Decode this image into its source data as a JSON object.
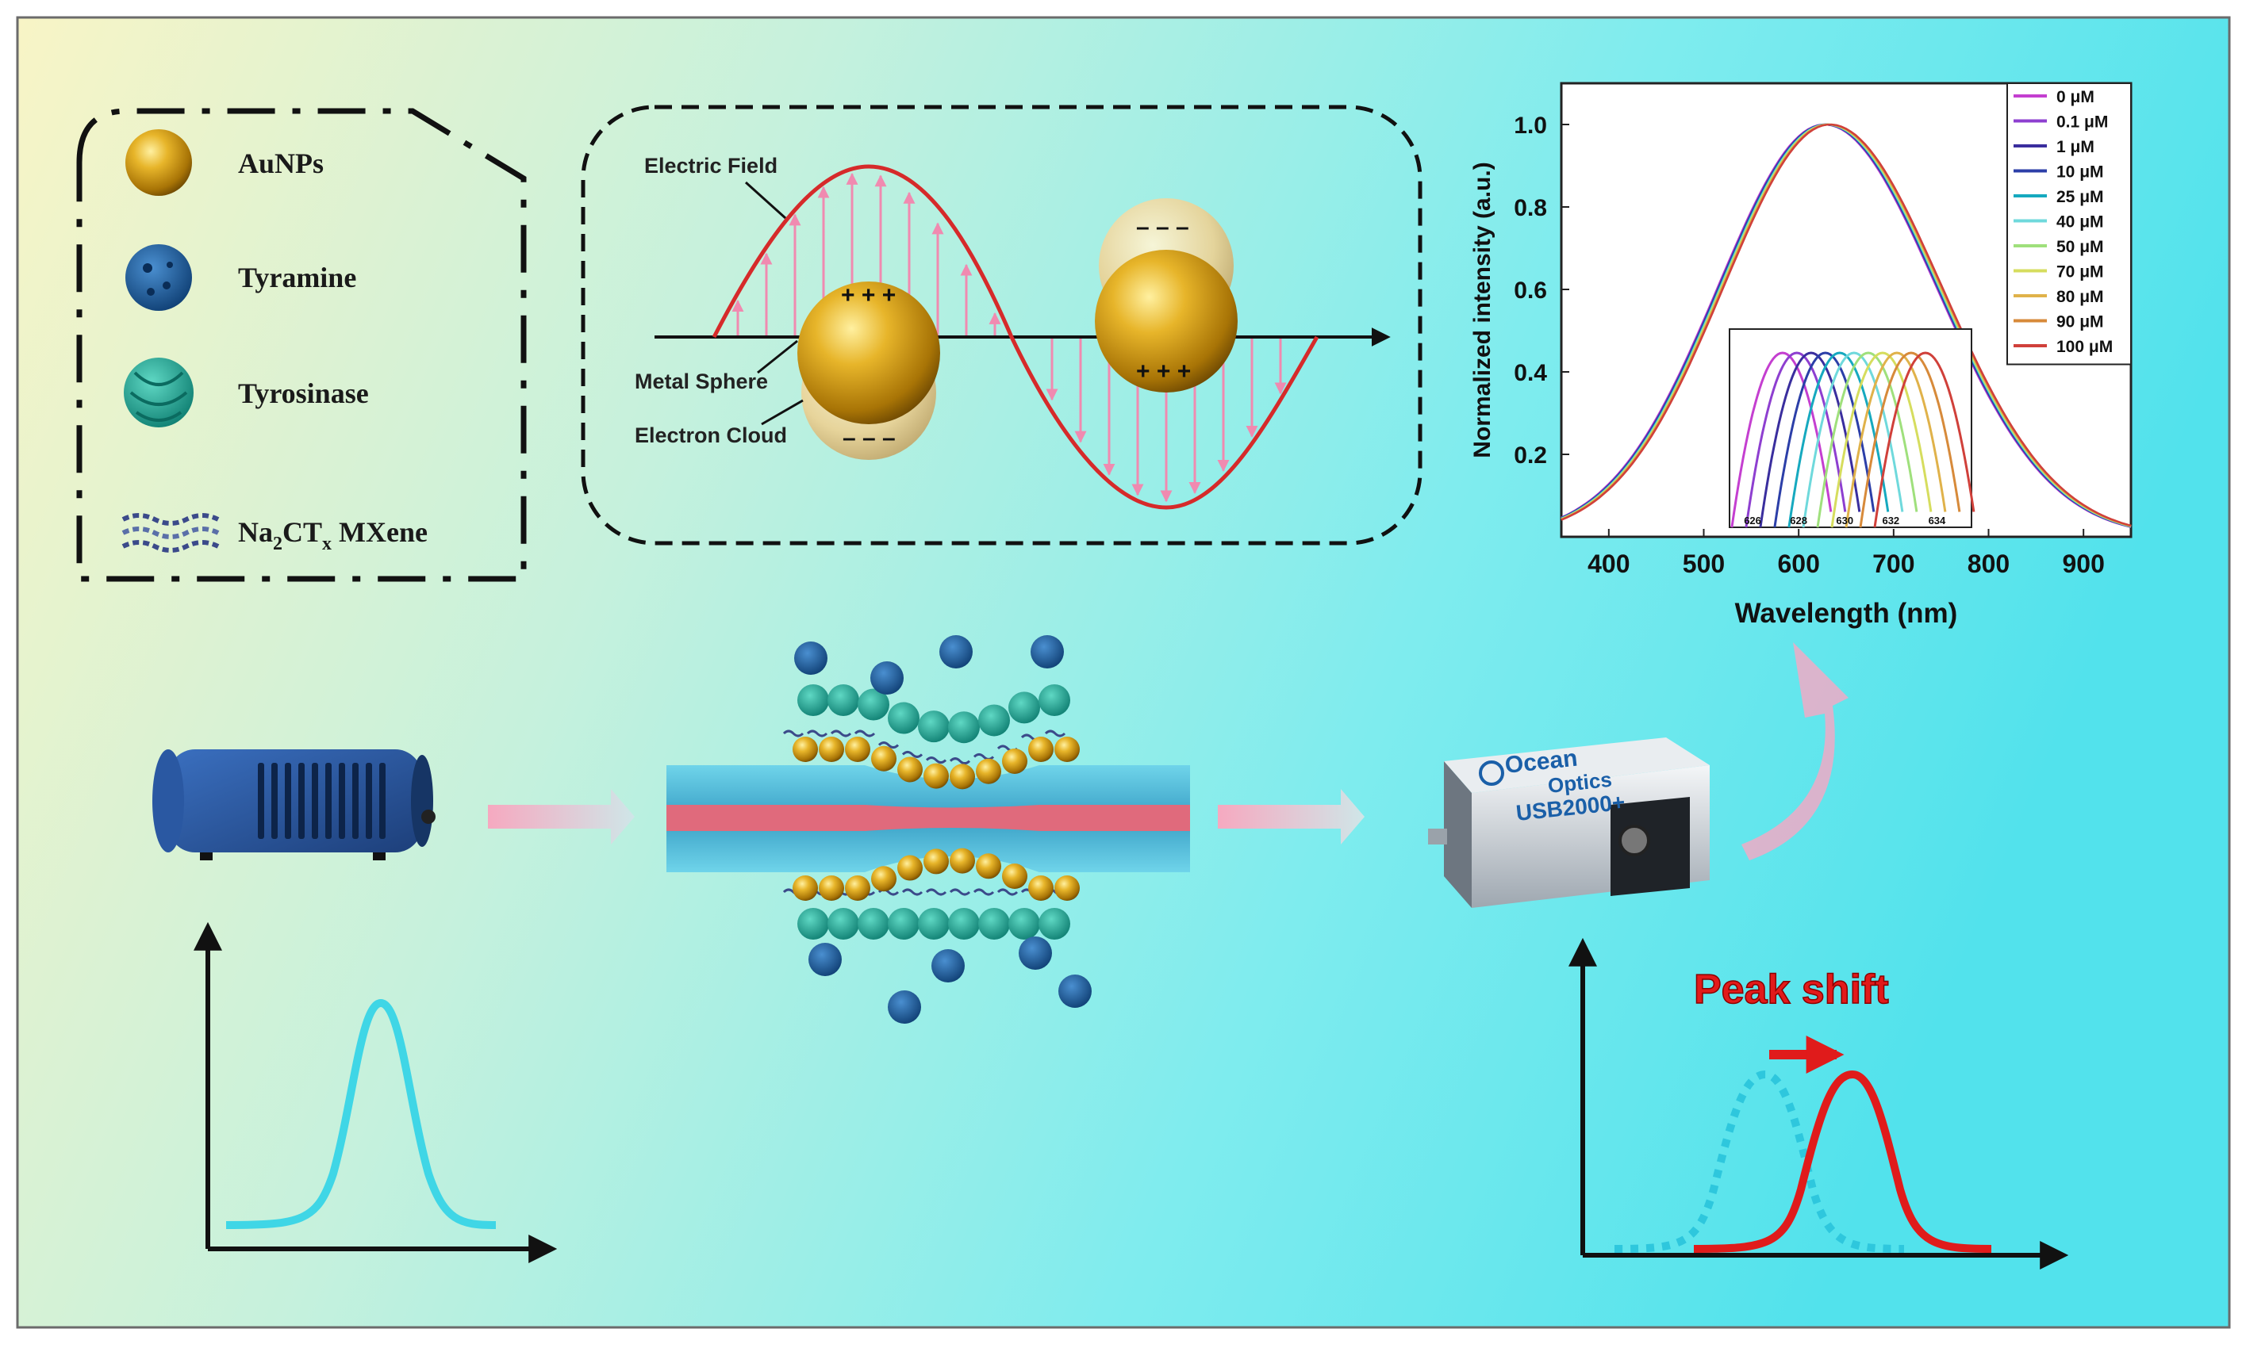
{
  "legend": {
    "items": [
      {
        "label": "AuNPs"
      },
      {
        "label": "Tyramine"
      },
      {
        "label": "Tyrosinase"
      },
      {
        "label_base": "Na",
        "label_sub1": "2",
        "label_mid": "CT",
        "label_sub2": "x",
        "label_tail": " MXene"
      }
    ]
  },
  "lspr": {
    "electric_field_label": "Electric Field",
    "metal_sphere_label": "Metal Sphere",
    "electron_cloud_label": "Electron Cloud",
    "plus_charge": "+ + +",
    "minus_charge": "– – –"
  },
  "spectrometer": {
    "brand_line1": "Ocean",
    "brand_line2": "Optics",
    "model": "USB2000+"
  },
  "peak_shift_label": "Peak shift",
  "colors": {
    "background_left": "#f7f3c4",
    "background_right": "#5fe6ee",
    "gold": "#d4a017",
    "tyramine": "#1d5c98",
    "tyrosinase": "#1f9e8e",
    "field_wave": "#d62a2a",
    "arrow_pink": "#f2a8c4",
    "cyan_curve": "#3fd6e6",
    "shifted_curve": "#e01b1b"
  },
  "chart_data": {
    "type": "line",
    "xlabel": "Wavelength (nm)",
    "ylabel": "Normalized intensity (a.u.)",
    "xlim": [
      350,
      950
    ],
    "ylim": [
      0.0,
      1.1
    ],
    "x_ticks": [
      400,
      500,
      600,
      700,
      800,
      900
    ],
    "y_ticks": [
      0.2,
      0.4,
      0.6,
      0.8,
      1.0
    ],
    "peak_wavelength": 630,
    "series": [
      {
        "name": "0 μM",
        "color": "#c43fd0"
      },
      {
        "name": "0.1 μM",
        "color": "#8e3fd0"
      },
      {
        "name": "1 μM",
        "color": "#3a2e9e"
      },
      {
        "name": "10 μM",
        "color": "#2c3fa8"
      },
      {
        "name": "25 μM",
        "color": "#16a9bf"
      },
      {
        "name": "40 μM",
        "color": "#6fd9dc"
      },
      {
        "name": "50 μM",
        "color": "#9fe07c"
      },
      {
        "name": "70 μM",
        "color": "#d6dd5e"
      },
      {
        "name": "80 μM",
        "color": "#e0b24a"
      },
      {
        "name": "90 μM",
        "color": "#d78a3a"
      },
      {
        "name": "100 μM",
        "color": "#d0403a"
      }
    ],
    "inset": {
      "x_ticks": [
        626,
        628,
        630,
        632,
        634
      ],
      "xlim": [
        625,
        635.5
      ]
    }
  }
}
